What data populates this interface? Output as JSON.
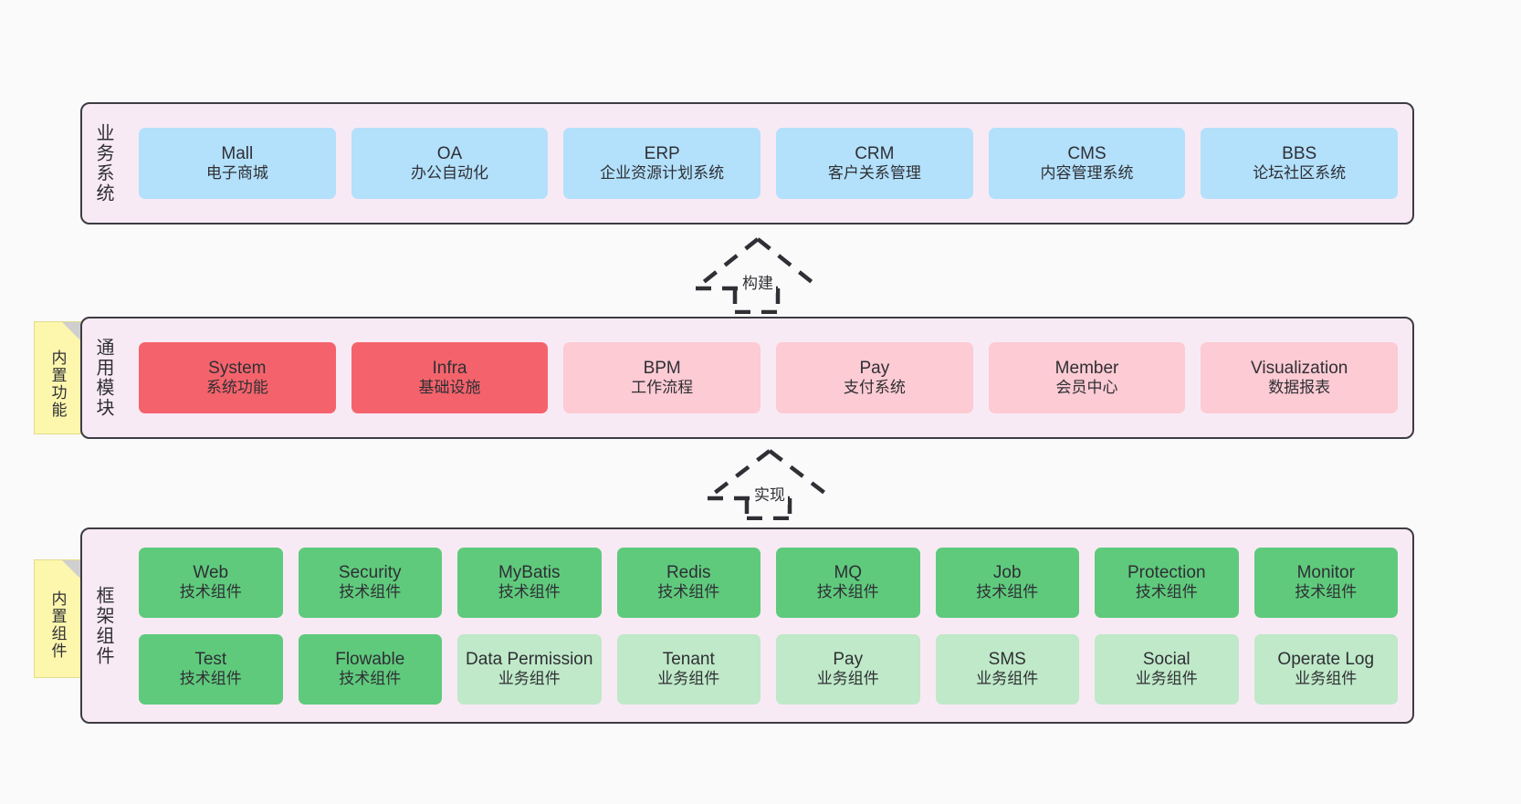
{
  "diagram": {
    "background_color": "#fafafa",
    "panel_color": "#f8eaf4",
    "panel_border_color": "#3c3c43",
    "note_color": "#fcf7ad"
  },
  "layers": [
    {
      "id": "business",
      "label": "业务系统",
      "accent": "#b3e0fb",
      "rows": [
        [
          {
            "title": "Mall",
            "sub": "电子商城",
            "style": "blue"
          },
          {
            "title": "OA",
            "sub": "办公自动化",
            "style": "blue"
          },
          {
            "title": "ERP",
            "sub": "企业资源计划系统",
            "style": "blue"
          },
          {
            "title": "CRM",
            "sub": "客户关系管理",
            "style": "blue"
          },
          {
            "title": "CMS",
            "sub": "内容管理系统",
            "style": "blue"
          },
          {
            "title": "BBS",
            "sub": "论坛社区系统",
            "style": "blue"
          }
        ]
      ]
    },
    {
      "id": "common",
      "label": "通用模块",
      "note": "内置功能",
      "accent": "#f4636b",
      "rows": [
        [
          {
            "title": "System",
            "sub": "系统功能",
            "style": "red"
          },
          {
            "title": "Infra",
            "sub": "基础设施",
            "style": "red"
          },
          {
            "title": "BPM",
            "sub": "工作流程",
            "style": "pink"
          },
          {
            "title": "Pay",
            "sub": "支付系统",
            "style": "pink"
          },
          {
            "title": "Member",
            "sub": "会员中心",
            "style": "pink"
          },
          {
            "title": "Visualization",
            "sub": "数据报表",
            "style": "pink"
          }
        ]
      ]
    },
    {
      "id": "framework",
      "label": "框架组件",
      "note": "内置组件",
      "accent": "#5fca7c",
      "rows": [
        [
          {
            "title": "Web",
            "sub": "技术组件",
            "style": "green"
          },
          {
            "title": "Security",
            "sub": "技术组件",
            "style": "green"
          },
          {
            "title": "MyBatis",
            "sub": "技术组件",
            "style": "green"
          },
          {
            "title": "Redis",
            "sub": "技术组件",
            "style": "green"
          },
          {
            "title": "MQ",
            "sub": "技术组件",
            "style": "green"
          },
          {
            "title": "Job",
            "sub": "技术组件",
            "style": "green"
          },
          {
            "title": "Protection",
            "sub": "技术组件",
            "style": "green"
          },
          {
            "title": "Monitor",
            "sub": "技术组件",
            "style": "green"
          }
        ],
        [
          {
            "title": "Test",
            "sub": "技术组件",
            "style": "green"
          },
          {
            "title": "Flowable",
            "sub": "技术组件",
            "style": "green"
          },
          {
            "title": "Data Permission",
            "sub": "业务组件",
            "style": "green-light"
          },
          {
            "title": "Tenant",
            "sub": "业务组件",
            "style": "green-light"
          },
          {
            "title": "Pay",
            "sub": "业务组件",
            "style": "green-light"
          },
          {
            "title": "SMS",
            "sub": "业务组件",
            "style": "green-light"
          },
          {
            "title": "Social",
            "sub": "业务组件",
            "style": "green-light"
          },
          {
            "title": "Operate Log",
            "sub": "业务组件",
            "style": "green-light"
          }
        ]
      ]
    }
  ],
  "connectors": [
    {
      "id": "build",
      "label": "构建",
      "from": "common",
      "to": "business"
    },
    {
      "id": "implement",
      "label": "实现",
      "from": "framework",
      "to": "common"
    }
  ]
}
